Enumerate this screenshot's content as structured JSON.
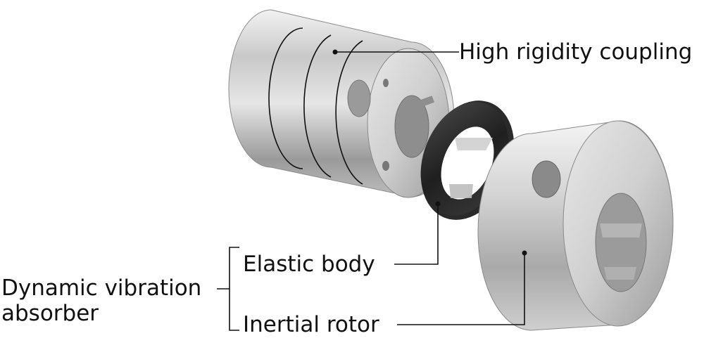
{
  "labels": {
    "coupling": "High rigidity coupling",
    "elastic": "Elastic body",
    "rotor": "Inertial rotor",
    "absorber_line1": "Dynamic vibration",
    "absorber_line2": "absorber"
  }
}
